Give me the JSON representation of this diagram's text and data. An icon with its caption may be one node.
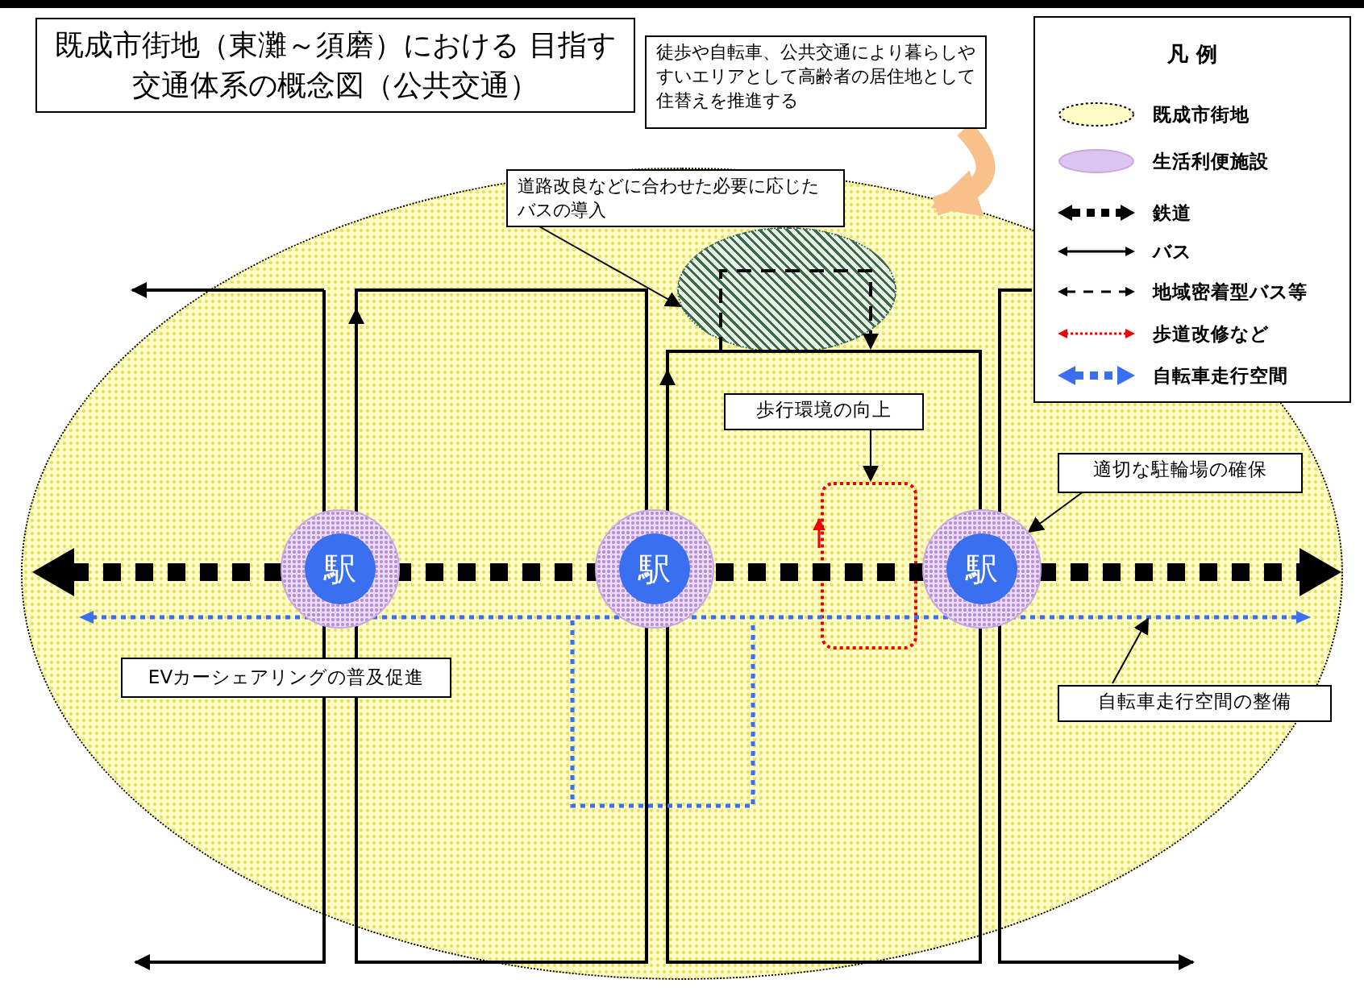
{
  "diagram": {
    "title": "既成市街地（東灘～須磨）における 目指す交通体系の概念図（公共交通）",
    "nodes": [
      {
        "text": [
          "徒歩や自転車、公共交通により暮らしやすいエリアとして高齢者の居住地として住替えを推進する"
        ]
      },
      {
        "text": [],
        "shape": "ellipse"
      },
      {
        "text": [
          "道路改良などに合わせた必要に応じたバスの導入"
        ],
        "in": 1
      },
      {
        "text": [],
        "shape": "ellipse",
        "in": 1
      },
      {
        "text": [
          "駅"
        ],
        "in": 1
      },
      {
        "text": [
          "駅"
        ],
        "in": 1
      },
      {
        "text": [
          "駅"
        ],
        "in": 1
      },
      {
        "text": [
          "歩行環境の向上"
        ],
        "in": 1
      },
      {
        "text": [],
        "shape": "box",
        "in": 1
      },
      {
        "text": [
          "適切な駐輪場の確保"
        ],
        "in": 1
      },
      {
        "text": [
          "自転車走行空間の整備"
        ],
        "in": 1
      },
      {
        "text": [],
        "shape": "line",
        "in": 1
      }
    ],
    "edges": [
      {
        "from": 0,
        "to": 1,
        "arrow": "to",
        "style": "thick",
        "color": "#f8c08a"
      },
      {
        "from": 2,
        "to": 3,
        "arrow": "to"
      },
      {
        "from": 7,
        "to": 8,
        "arrow": "to"
      },
      {
        "from": 9,
        "to": 6,
        "arrow": "to"
      },
      {
        "from": 10,
        "to": 11,
        "arrow": "to"
      }
    ],
    "labels": [
      "凡 例",
      "EVカーシェアリングの普及促進"
    ],
    "legend": [
      {
        "text": "既成市街地"
      },
      {
        "text": "生活利便施設"
      },
      {
        "text": "鉄道"
      },
      {
        "text": "バス"
      },
      {
        "text": "地域密着型バス等"
      },
      {
        "text": "歩道改修など"
      },
      {
        "text": "自転車走行空間"
      }
    ]
  }
}
